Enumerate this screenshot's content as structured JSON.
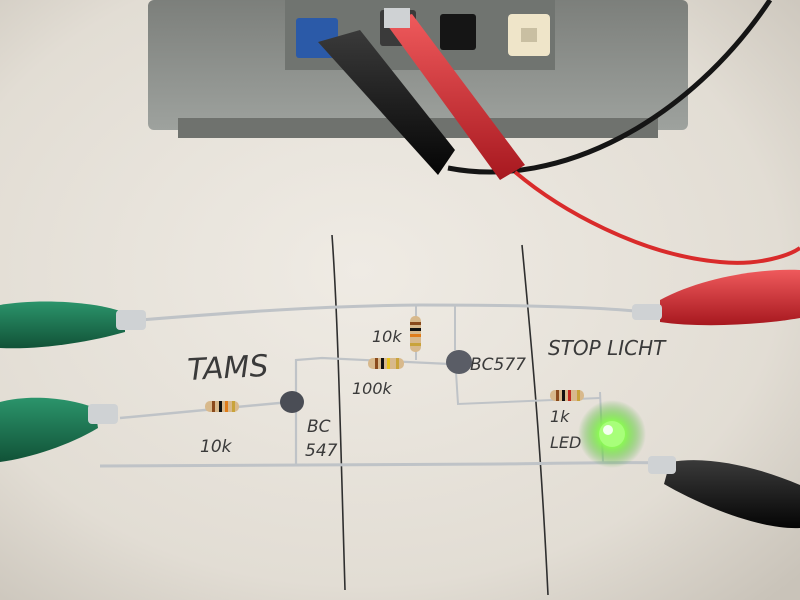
{
  "photo": {
    "labels": {
      "tams": "TAMS",
      "stop_licht": "STOP LICHT",
      "r_10k_base": "10k",
      "r_10k_top": "10k",
      "r_100k": "100k",
      "r_1k": "1k",
      "led": "LED",
      "bc547_line1": "BC",
      "bc547_line2": "547",
      "bc577": "BC577"
    },
    "colors": {
      "paper": "#e6e2da",
      "psu_case": "#8d918d",
      "clip_green": "#1e7a55",
      "clip_red": "#d83a3e",
      "clip_black": "#151515",
      "led_glow": "#7dff5a",
      "wire": "#bfc3c7",
      "pen": "#2f2f2f"
    }
  }
}
